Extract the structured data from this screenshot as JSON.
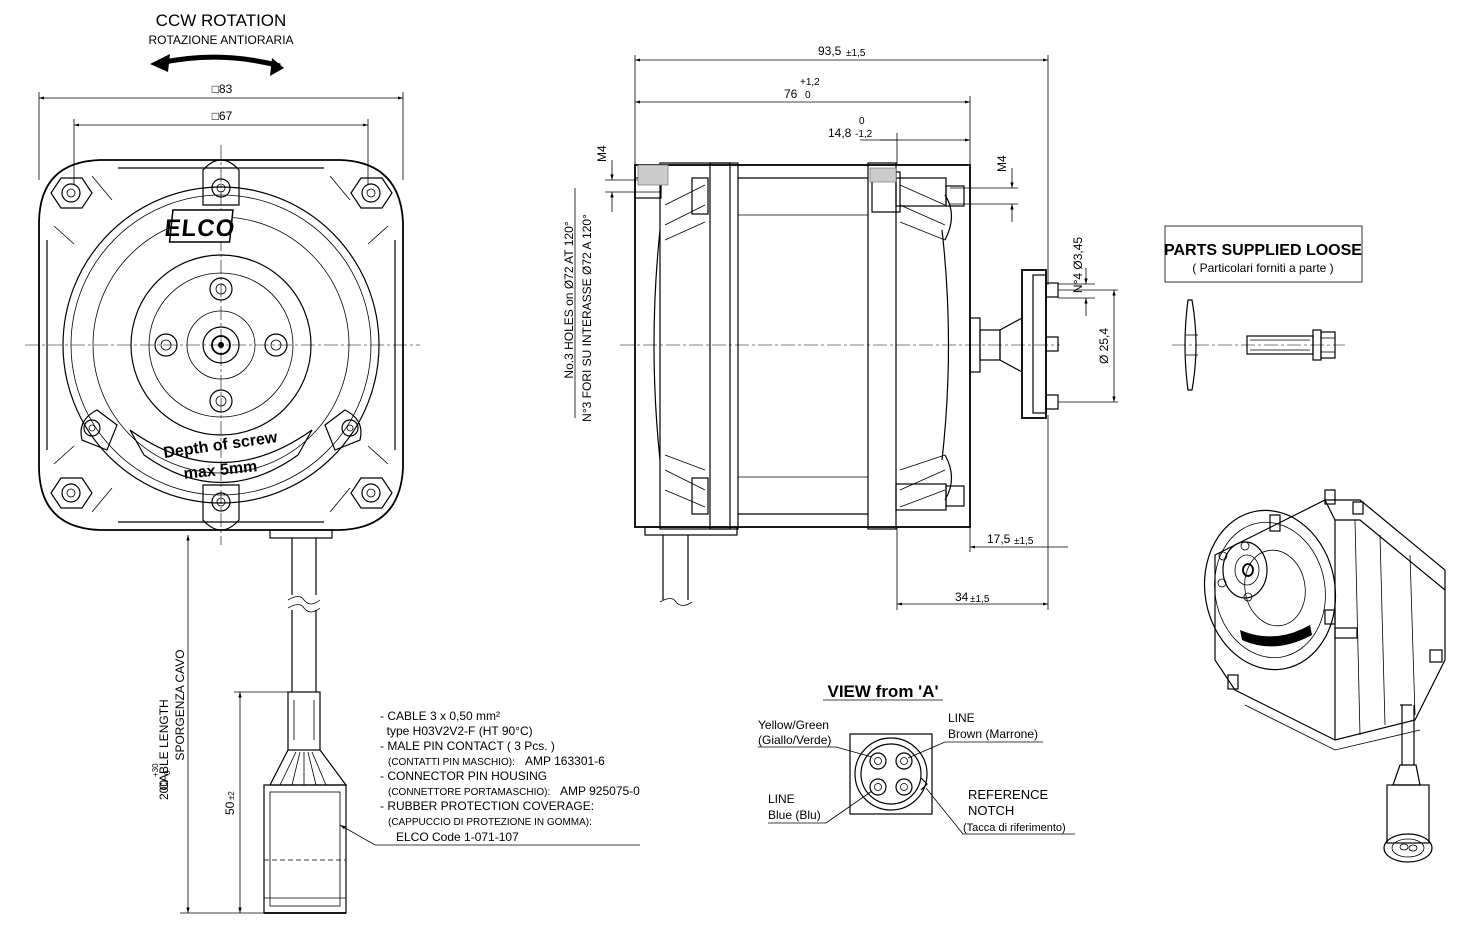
{
  "rotation": {
    "title": "CCW ROTATION",
    "subtitle": "ROTAZIONE ANTIORARIA"
  },
  "front_view": {
    "dim_outer": "□83",
    "dim_inner": "□67",
    "logo": "ELCO",
    "label_line1": "Depth of screw",
    "label_line2": "max 5mm"
  },
  "side_view": {
    "dim_total": "93,5",
    "dim_total_tol": "±1,5",
    "dim_body": "76",
    "dim_body_tol_upper": "+1,2",
    "dim_body_tol_lower": "0",
    "dim_front": "14,8",
    "dim_front_tol_upper": "0",
    "dim_front_tol_lower": "-1,2",
    "thread_left": "M4",
    "thread_right": "M4",
    "holes_en": "No.3 HOLES  on Ø72  AT 120°",
    "holes_it": "N°3 FORI  SU INTERASSE Ø72  A 120°",
    "holes_small": "N°4 Ø3,45",
    "hub_dia": "Ø 25,4",
    "dim_shaft": "17,5",
    "dim_shaft_tol": "±1,5",
    "dim_hub": "34",
    "dim_hub_tol": "±1,5"
  },
  "parts": {
    "title": "PARTS SUPPLIED LOOSE",
    "subtitle": "( Particolari forniti a parte )"
  },
  "cable": {
    "length_label_en": "CABLE LENGTH",
    "length_label_it": "SPORGENZA CAVO",
    "length_value": "200",
    "length_tol_upper": "+30",
    "length_tol_lower": "0",
    "connector_len": "50",
    "connector_len_tol": "±2"
  },
  "notes": [
    {
      "text": "- CABLE 3 x 0,50 mm²",
      "small": ""
    },
    {
      "text": "  type H03V2V2-F (HT 90°C)",
      "small": ""
    },
    {
      "text": "- MALE PIN CONTACT ( 3 Pcs. )",
      "small": ""
    },
    {
      "text": "AMP 163301-6",
      "small": "(CONTATTI PIN MASCHIO):"
    },
    {
      "text": "- CONNECTOR PIN HOUSING",
      "small": ""
    },
    {
      "text": "AMP 925075-0",
      "small": "(CONNETTORE PORTAMASCHIO):"
    },
    {
      "text": "- RUBBER PROTECTION COVERAGE:",
      "small": ""
    },
    {
      "text": "",
      "small": "(CAPPUCCIO DI PROTEZIONE IN GOMMA):"
    },
    {
      "text": "ELCO Code 1-071-107",
      "small": ""
    }
  ],
  "view_a": {
    "title": "VIEW from 'A'",
    "yg_en": "Yellow/Green",
    "yg_it": "(Giallo/Verde)",
    "line_top": "LINE",
    "line_top_color": "Brown (Marrone)",
    "line_left": "LINE",
    "line_left_color": "Blue (Blu)",
    "notch_en1": "REFERENCE",
    "notch_en2": "NOTCH",
    "notch_it": "(Tacca di riferimento)"
  }
}
